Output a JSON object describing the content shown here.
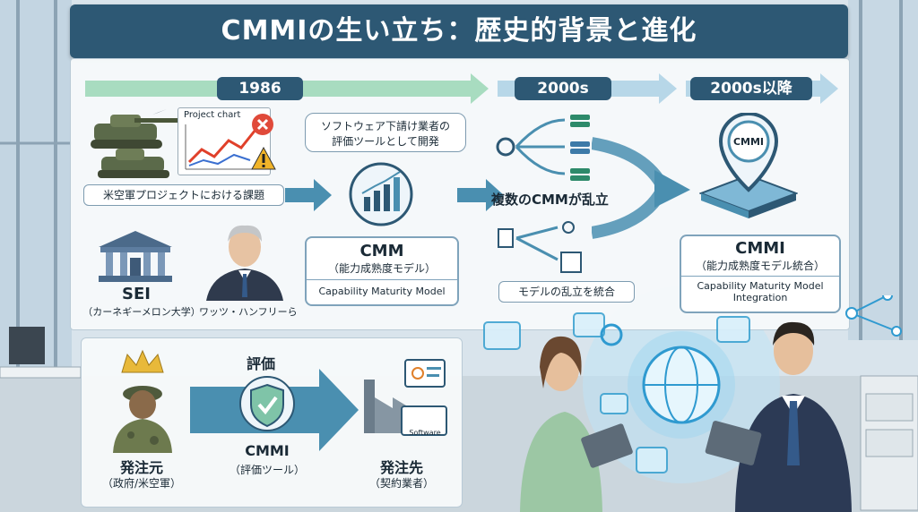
{
  "title": "CMMIの生い立ち：歴史的背景と進化",
  "timeline": {
    "labels": [
      "1986",
      "2000s",
      "2000s以降"
    ]
  },
  "col1986": {
    "chart_caption": "Project chart",
    "problem_label": "米空軍プロジェクトにおける課題",
    "sei_title": "SEI",
    "sei_sub": "（カーネギーメロン大学）",
    "person_label": "ワッツ・ハンフリーら"
  },
  "cmm": {
    "bubble_line1": "ソフトウェア下請け業者の",
    "bubble_line2": "評価ツールとして開発",
    "name": "CMM",
    "jp": "（能力成熟度モデル）",
    "en": "Capability Maturity Model"
  },
  "col2000": {
    "many_cmm": "複数のCMMが乱立",
    "integrate": "モデルの乱立を統合"
  },
  "cmmi": {
    "logo_text": "CMMI",
    "name": "CMMI",
    "jp": "（能力成熟度モデル統合）",
    "en_line1": "Capability Maturity Model",
    "en_line2": "Integration"
  },
  "bottom": {
    "evaluate": "評価",
    "client_title": "発注元",
    "client_sub": "（政府/米空軍）",
    "tool_title": "CMMI",
    "tool_sub": "（評価ツール）",
    "vendor_title": "発注先",
    "vendor_sub": "（契約業者）",
    "software_label": "Software"
  },
  "colors": {
    "navy": "#2d5874",
    "teal_arrow": "#4a8fb0",
    "green_arrow": "#8cc9a8",
    "panel": "#f6f9fa"
  }
}
